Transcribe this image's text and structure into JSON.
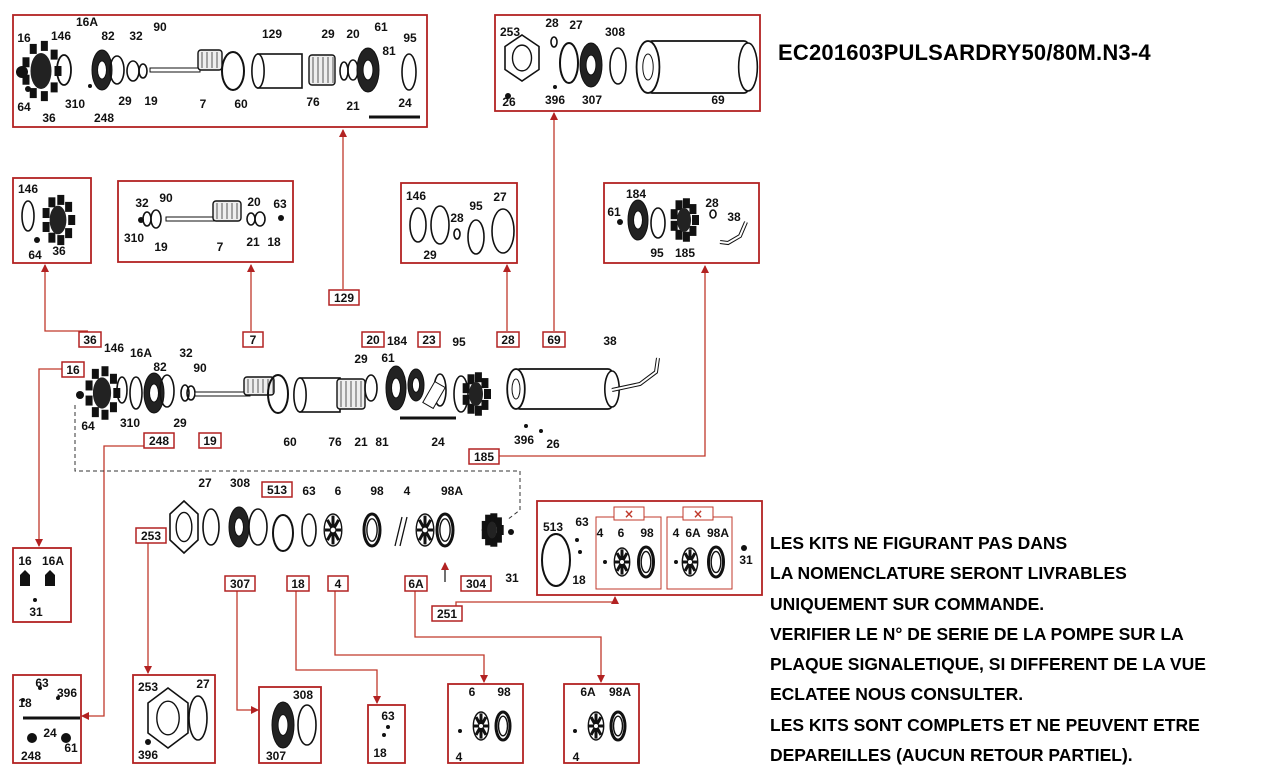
{
  "title": "EC201603PULSARDRY50/80M.N3-4",
  "notes": [
    "LES KITS NE FIGURANT PAS DANS",
    "LA NOMENCLATURE SERONT LIVRABLES",
    "UNIQUEMENT SUR COMMANDE.",
    "VERIFIER LE N° DE SERIE DE LA POMPE SUR LA",
    "PLAQUE SIGNALETIQUE, SI DIFFERENT DE LA VUE",
    "ECLATEE NOUS CONSULTER.",
    "LES KITS SONT COMPLETS ET NE PEUVENT ETRE",
    "DEPAREILLES (AUCUN RETOUR PARTIEL)."
  ],
  "kit_labels": [
    "129",
    "69",
    "36",
    "7",
    "28",
    "185",
    "16",
    "248",
    "19",
    "20",
    "23",
    "253",
    "307",
    "18",
    "4",
    "6A",
    "304",
    "251",
    "513"
  ],
  "part_numbers": {
    "kit_129": [
      "16",
      "16A",
      "82",
      "90",
      "32",
      "146",
      "64",
      "36",
      "310",
      "29",
      "248",
      "19",
      "7",
      "60",
      "129",
      "76",
      "29",
      "20",
      "61",
      "81",
      "21",
      "95",
      "24"
    ],
    "kit_69": [
      "253",
      "28",
      "27",
      "308",
      "26",
      "396",
      "307",
      "69"
    ],
    "kit_36": [
      "146",
      "64",
      "36"
    ],
    "kit_7": [
      "32",
      "90",
      "310",
      "19",
      "7",
      "20",
      "63",
      "21",
      "18"
    ],
    "kit_28": [
      "146",
      "29",
      "28",
      "95",
      "27"
    ],
    "kit_185": [
      "184",
      "61",
      "95",
      "185",
      "28",
      "38"
    ],
    "pump": [
      "146",
      "16A",
      "82",
      "32",
      "90",
      "64",
      "310",
      "29",
      "29",
      "61",
      "184",
      "95",
      "38",
      "60",
      "76",
      "21",
      "81",
      "24",
      "396",
      "26"
    ],
    "hydraulic": [
      "27",
      "308",
      "63",
      "6",
      "98",
      "4",
      "98A",
      "31"
    ],
    "kit_251": [
      "513",
      "63",
      "18",
      "4",
      "6",
      "98",
      "4",
      "6A",
      "98A",
      "31"
    ],
    "kit_16": [
      "16",
      "16A",
      "31"
    ],
    "kit_248": [
      "63",
      "396",
      "18",
      "24",
      "248",
      "61"
    ],
    "kit_253": [
      "253",
      "27",
      "396"
    ],
    "kit_307": [
      "308",
      "307"
    ],
    "kit_18": [
      "63",
      "18"
    ],
    "kit_4": [
      "6",
      "98",
      "4"
    ],
    "kit_6A": [
      "6A",
      "98A",
      "4"
    ]
  }
}
